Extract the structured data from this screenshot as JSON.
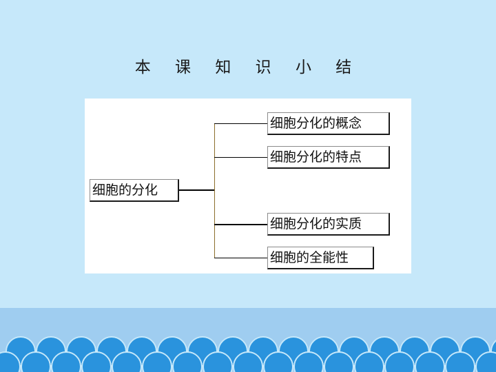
{
  "slide": {
    "title": "本 课 知 识 小 结"
  },
  "diagram": {
    "root": "细胞的分化",
    "children": [
      "细胞分化的概念",
      "细胞分化的特点",
      "细胞分化的实质",
      "细胞的全能性"
    ]
  },
  "colors": {
    "background": "#c6e8fa",
    "band": "#9fcdf0",
    "wave": "#2a93dd",
    "connector": "#8b6d2b"
  }
}
